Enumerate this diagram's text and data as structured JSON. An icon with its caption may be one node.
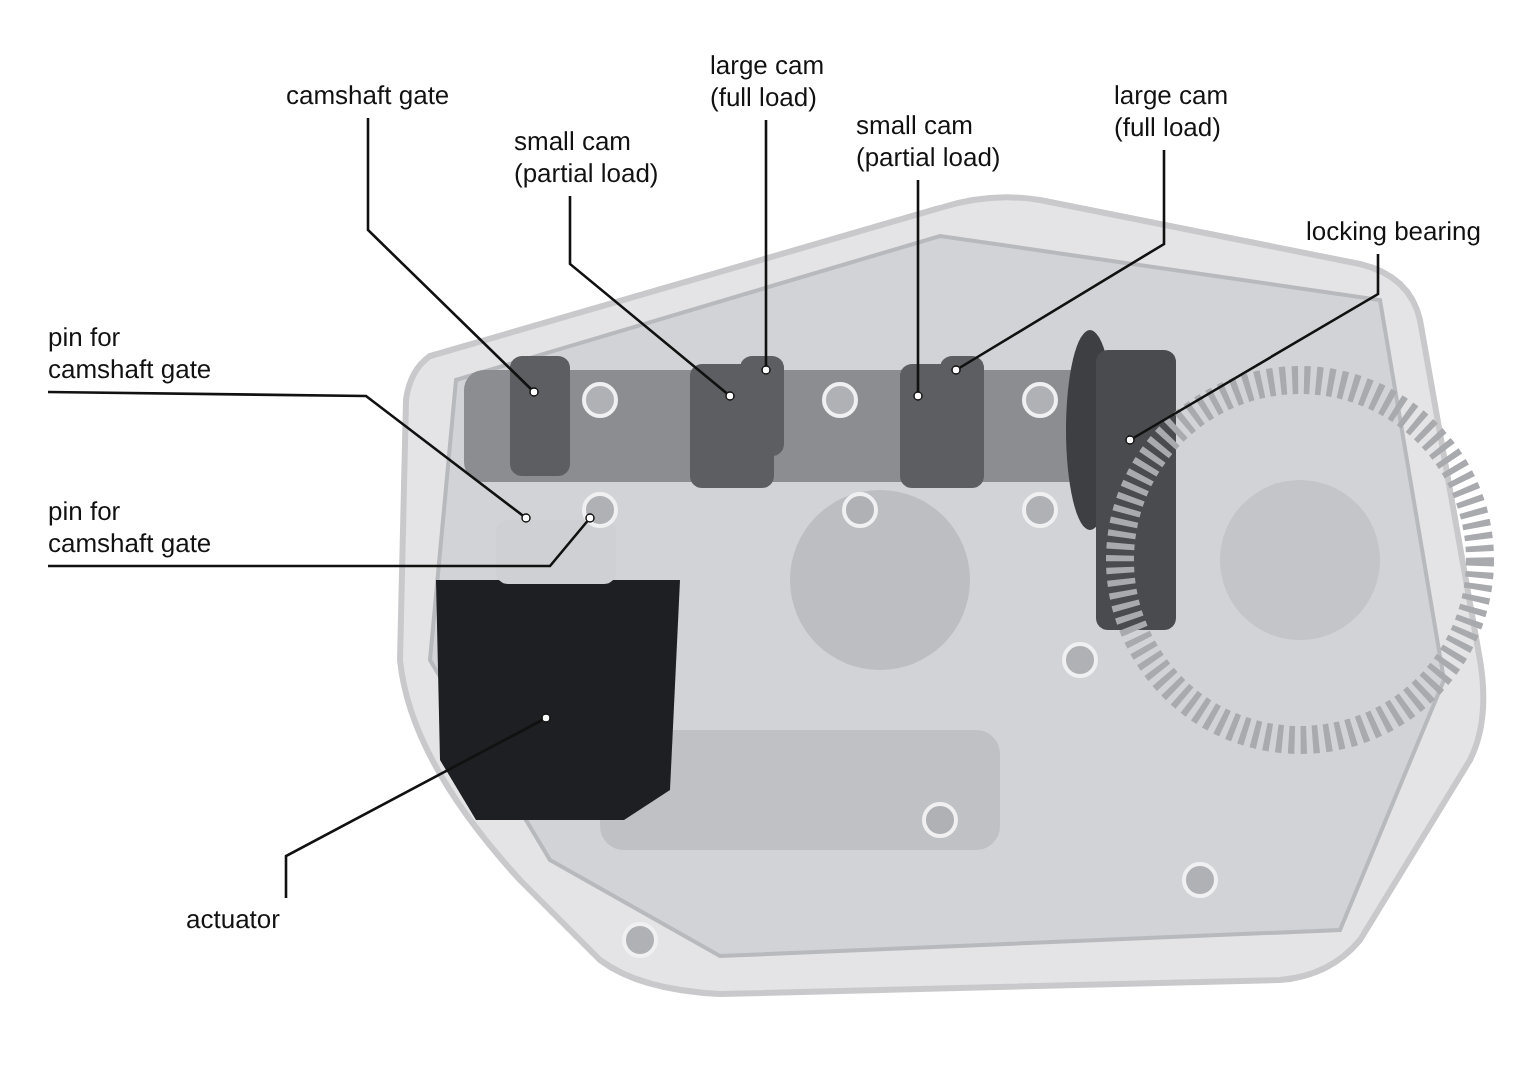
{
  "diagram": {
    "nodes": [
      {
        "text": [
          "camshaft gate"
        ]
      },
      {
        "text": [
          "small cam (partial load)"
        ]
      },
      {
        "text": [
          "large cam (full load)"
        ]
      },
      {
        "text": [
          "small cam (partial load)"
        ]
      },
      {
        "text": [
          "large cam (full load)"
        ]
      },
      {
        "text": [
          "locking bearing"
        ]
      },
      {
        "text": [
          "pin for camshaft gate"
        ]
      },
      {
        "text": [
          "pin for camshaft gate"
        ]
      },
      {
        "text": [
          "actuator"
        ]
      }
    ],
    "edges": [
      {
        "from": 0,
        "to": null,
        "arrow": "other"
      },
      {
        "from": 1,
        "to": null,
        "arrow": "other"
      },
      {
        "from": 2,
        "to": null,
        "arrow": "other"
      },
      {
        "from": 3,
        "to": null,
        "arrow": "other"
      },
      {
        "from": 4,
        "to": null,
        "arrow": "other"
      },
      {
        "from": 5,
        "to": null,
        "arrow": "other"
      },
      {
        "from": 6,
        "to": null,
        "arrow": "other"
      },
      {
        "from": 7,
        "to": null,
        "arrow": "other"
      },
      {
        "from": 8,
        "to": null,
        "arrow": "other"
      }
    ]
  }
}
